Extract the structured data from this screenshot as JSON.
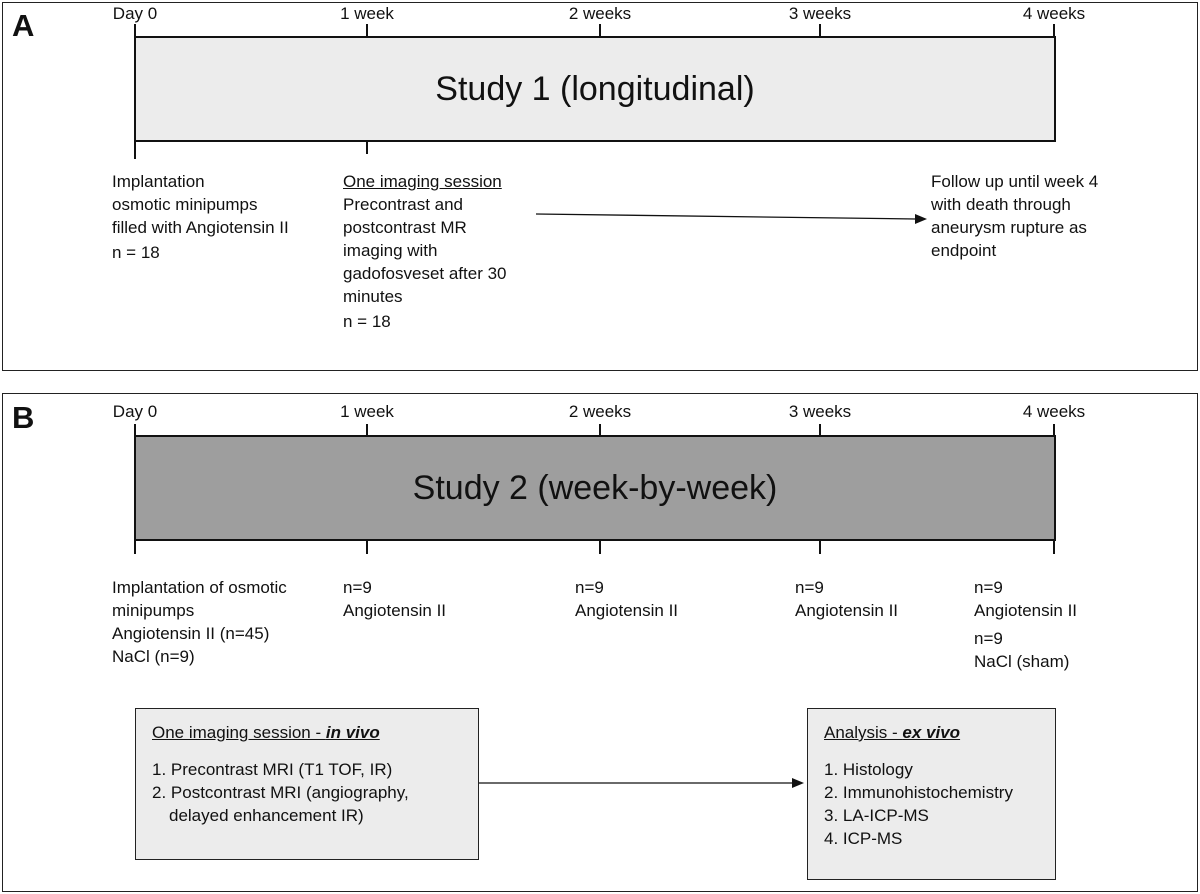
{
  "ticks": [
    "Day 0",
    "1 week",
    "2 weeks",
    "3 weeks",
    "4 weeks"
  ],
  "panelA": {
    "letter": "A",
    "title": "Study 1 (longitudinal)",
    "implantation": [
      "Implantation",
      "osmotic minipumps",
      "filled with Angiotensin II",
      "n = 18"
    ],
    "imaging_heading": "One imaging session",
    "imaging": [
      "Precontrast and",
      "postcontrast MR",
      "imaging with",
      "gadofosveset after 30",
      "minutes",
      "n = 18"
    ],
    "followup": [
      "Follow up until week 4",
      "with death through",
      "aneurysm rupture as",
      "endpoint"
    ]
  },
  "panelB": {
    "letter": "B",
    "title": "Study 2 (week-by-week)",
    "implantation": [
      "Implantation of osmotic",
      "minipumps",
      "Angiotensin II (n=45)",
      "NaCl (n=9)"
    ],
    "week1": [
      "n=9",
      "Angiotensin II"
    ],
    "week2": [
      "n=9",
      "Angiotensin II"
    ],
    "week3": [
      "n=9",
      "Angiotensin II"
    ],
    "week4": [
      "n=9",
      "Angiotensin II",
      "n=9",
      "NaCl (sham)"
    ],
    "invivo": {
      "heading": "One imaging session - ",
      "heading_em": "in vivo",
      "items": [
        "1. Precontrast MRI (T1 TOF, IR)",
        "2. Postcontrast MRI (angiography,",
        "delayed enhancement IR)"
      ]
    },
    "exvivo": {
      "heading": "Analysis - ",
      "heading_em": "ex vivo",
      "items": [
        "1. Histology",
        "2. Immunohistochemistry",
        "3. LA-ICP-MS",
        "4. ICP-MS"
      ]
    }
  },
  "colors": {
    "bar_a": "#ececec",
    "bar_b": "#9e9e9e",
    "box": "#ececec",
    "line": "#111111"
  }
}
